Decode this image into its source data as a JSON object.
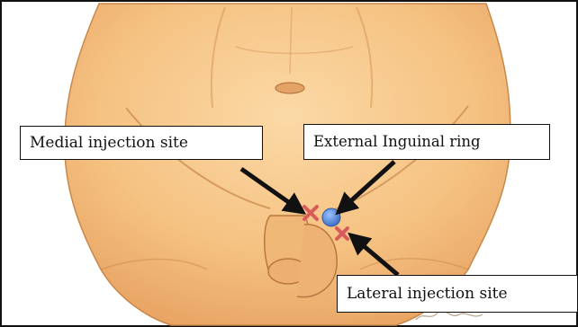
{
  "labels": {
    "medial": "Medial injection site",
    "external": "External Inguinal ring",
    "lateral": "Lateral injection site"
  },
  "colors": {
    "skin": "#f7c98c",
    "skin_shade": "#e9a766",
    "outline": "#c9874a",
    "ring_marker": "#4f86d6",
    "injection_marker": "#d95a5a",
    "arrow": "#111111",
    "frame": "#111111"
  },
  "icons": {
    "ring_marker": "blue-circle-icon",
    "injection_marker": "x-mark-icon"
  }
}
